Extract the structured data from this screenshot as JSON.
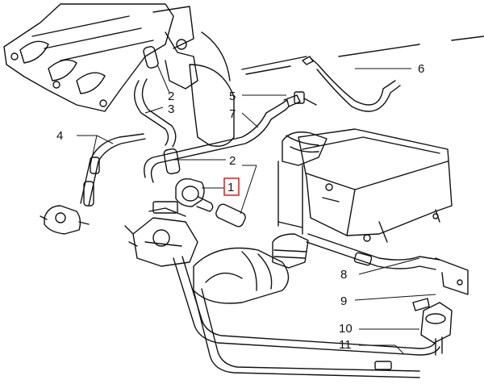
{
  "diagram": {
    "callouts": [
      {
        "id": "1",
        "label": "1",
        "highlighted": true
      },
      {
        "id": "2a",
        "label": "2"
      },
      {
        "id": "3",
        "label": "3"
      },
      {
        "id": "4",
        "label": "4"
      },
      {
        "id": "5",
        "label": "5"
      },
      {
        "id": "6",
        "label": "6"
      },
      {
        "id": "7",
        "label": "7"
      },
      {
        "id": "2b",
        "label": "2"
      },
      {
        "id": "8",
        "label": "8"
      },
      {
        "id": "9",
        "label": "9"
      },
      {
        "id": "10",
        "label": "10"
      },
      {
        "id": "11",
        "label": "11"
      }
    ],
    "highlight_color": "#d32f2f",
    "line_color": "#111111"
  }
}
